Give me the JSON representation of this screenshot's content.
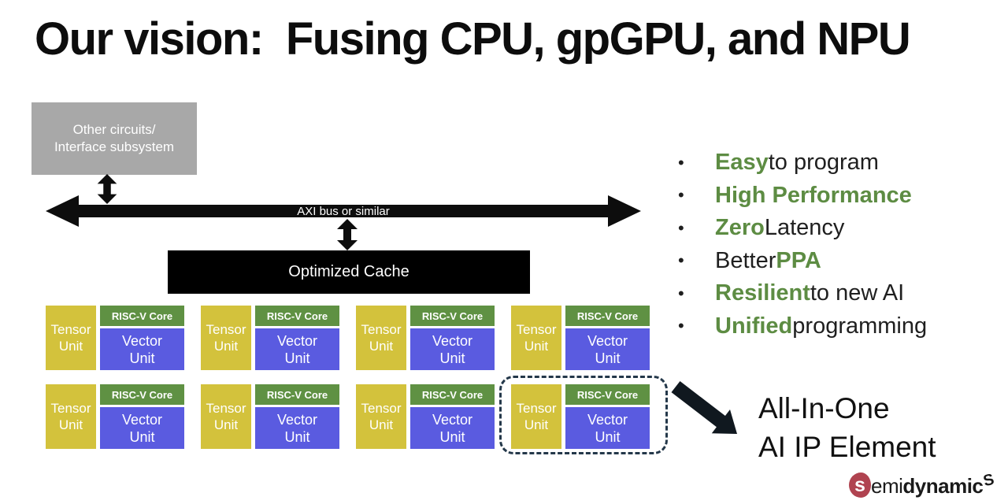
{
  "slide": {
    "title": "Our vision:  Fusing CPU, gpGPU, and NPU"
  },
  "diagram": {
    "other_circuits": {
      "line1": "Other circuits/",
      "line2": "Interface subsystem"
    },
    "axi_bus": {
      "label": "AXI bus or similar"
    },
    "cache": {
      "label": "Optimized Cache"
    },
    "unit_labels": {
      "tensor_line1": "Tensor",
      "tensor_line2": "Unit",
      "core": "RISC-V Core",
      "vector_line1": "Vector",
      "vector_line2": "Unit"
    },
    "grid": {
      "rows": 2,
      "columns": 4
    }
  },
  "benefits": {
    "bullet_char": "•",
    "items": [
      {
        "parts": [
          {
            "text": "Easy",
            "green": true
          },
          {
            "text": " to program",
            "green": false
          }
        ]
      },
      {
        "parts": [
          {
            "text": "High Performance",
            "green": true
          }
        ]
      },
      {
        "parts": [
          {
            "text": "Zero",
            "green": true
          },
          {
            "text": " Latency",
            "green": false
          }
        ]
      },
      {
        "parts": [
          {
            "text": "Better ",
            "green": false
          },
          {
            "text": "PPA",
            "green": true
          }
        ]
      },
      {
        "parts": [
          {
            "text": "Resilient",
            "green": true
          },
          {
            "text": " to new AI",
            "green": false
          }
        ]
      },
      {
        "parts": [
          {
            "text": "Unified",
            "green": true
          },
          {
            "text": " programming",
            "green": false
          }
        ]
      }
    ]
  },
  "callout": {
    "line1": "All-In-One",
    "line2": "AI IP Element"
  },
  "logo": {
    "initial": "s",
    "mid": "emi",
    "bold": "dynamic",
    "suffix": "S"
  },
  "colors": {
    "tensor_yellow": "#d3c23c",
    "core_green": "#5f9143",
    "vector_purple": "#5a5be0",
    "box_gray": "#a8a8a8",
    "accent_green": "#5d8c43",
    "dashed_border": "#24384a",
    "logo_red": "#b04350",
    "ink": "#0d0d0d"
  }
}
